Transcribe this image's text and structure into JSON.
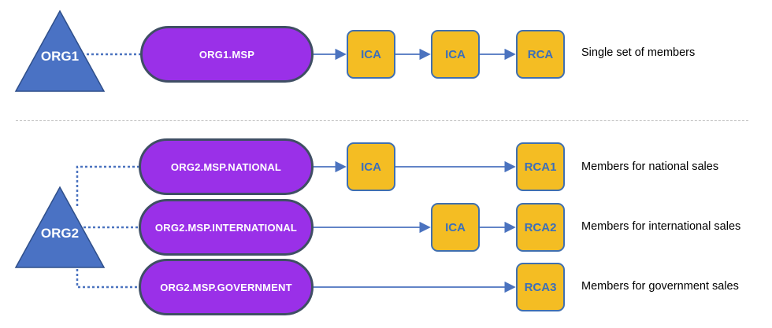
{
  "colors": {
    "org": "#4a72c4",
    "msp": "#9a30e8",
    "ca": "#f4bd23",
    "line": "#4b73bf"
  },
  "org1": {
    "label": "ORG1",
    "msp": "ORG1.MSP",
    "chain": [
      "ICA",
      "ICA",
      "RCA"
    ],
    "note": "Single set of members"
  },
  "org2": {
    "label": "ORG2",
    "msps": [
      {
        "name": "ORG2.MSP.NATIONAL",
        "ica": "ICA",
        "rca": "RCA1",
        "note": "Members for national sales"
      },
      {
        "name": "ORG2.MSP.INTERNATIONAL",
        "ica": "ICA",
        "rca": "RCA2",
        "note": "Members for international sales"
      },
      {
        "name": "ORG2.MSP.GOVERNMENT",
        "rca": "RCA3",
        "note": "Members for government sales"
      }
    ]
  }
}
